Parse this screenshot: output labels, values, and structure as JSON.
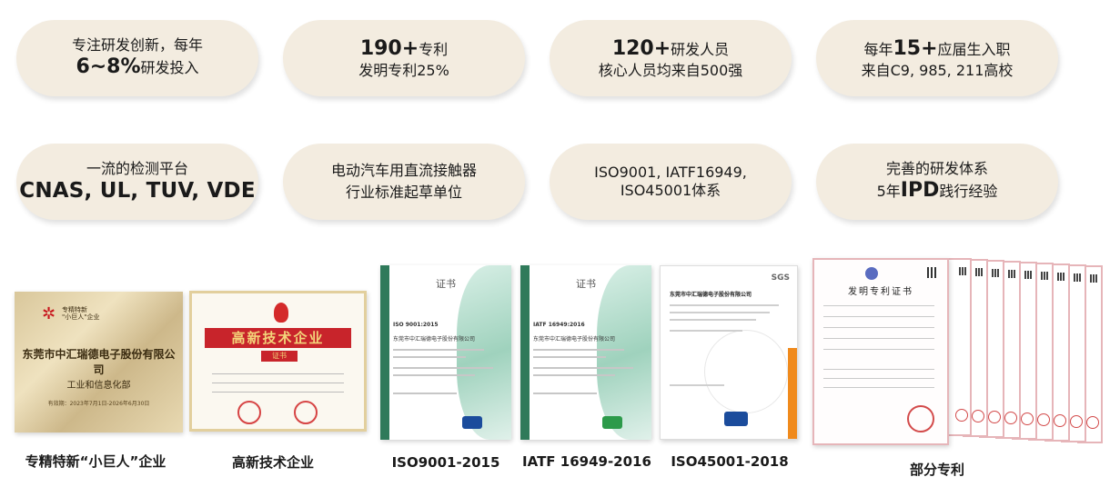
{
  "pills": [
    {
      "l1_pre": "专注研发创新，每年",
      "l1_b": "",
      "l1_post": "",
      "l2_pre": "",
      "l2_b": "6~8%",
      "l2_post": "研发投入"
    },
    {
      "l1_pre": "",
      "l1_b": "190+",
      "l1_post": "专利",
      "l2_pre": "发明专利25%",
      "l2_b": "",
      "l2_post": ""
    },
    {
      "l1_pre": "",
      "l1_b": "120+",
      "l1_post": "研发人员",
      "l2_pre": "核心人员均来自500强",
      "l2_b": "",
      "l2_post": ""
    },
    {
      "l1_pre": "每年",
      "l1_b": "15+",
      "l1_post": "应届生入职",
      "l2_pre": "来自C9, 985, 211高校",
      "l2_b": "",
      "l2_post": ""
    },
    {
      "l1_pre": "一流的检测平台",
      "l1_b": "",
      "l1_post": "",
      "l2_big": "CNAS, UL, TUV, VDE"
    },
    {
      "l1_pre": "电动汽车用直流接触器",
      "l1_b": "",
      "l1_post": "",
      "l2_pre": "行业标准起草单位",
      "l2_b": "",
      "l2_post": ""
    },
    {
      "l1_pre": "ISO9001, IATF16949,",
      "l1_b": "",
      "l1_post": "",
      "l2_pre": "ISO45001体系",
      "l2_b": "",
      "l2_post": ""
    },
    {
      "l1_pre": "完善的研发体系",
      "l1_b": "",
      "l1_post": "",
      "l2_pre": "5年",
      "l2_b": "IPD",
      "l2_post": "践行经验"
    }
  ],
  "certs": {
    "plaque": {
      "logo_text1": "专精特新",
      "logo_text2": "\"小巨人\"企业",
      "company": "东莞市中汇瑞德电子股份有限公司",
      "dept": "工业和信息化部",
      "valid": "有效期：2023年7月1日-2026年6月30日"
    },
    "hitech": {
      "title": "高新技术企业",
      "sub": "证书"
    },
    "iso9001": {
      "header": "证书",
      "standard": "ISO 9001:2015",
      "company": "东莞市中汇瑞德电子股份有限公司"
    },
    "iatf": {
      "header": "证书",
      "standard": "IATF 16949:2016",
      "company": "东莞市中汇瑞德电子股份有限公司"
    },
    "iso45001": {
      "logo": "SGS",
      "company": "东莞市中汇瑞德电子股份有限公司"
    },
    "patent": {
      "title": "发明专利证书"
    }
  },
  "captions": [
    "专精特新“小巨人”企业",
    "高新技术企业",
    "ISO9001-2015",
    "IATF 16949-2016",
    "ISO45001-2018",
    "部分专利"
  ],
  "colors": {
    "pill_bg": "#f3ece0",
    "accent_red": "#c8242b",
    "iso_green": "#2f7a5a"
  }
}
